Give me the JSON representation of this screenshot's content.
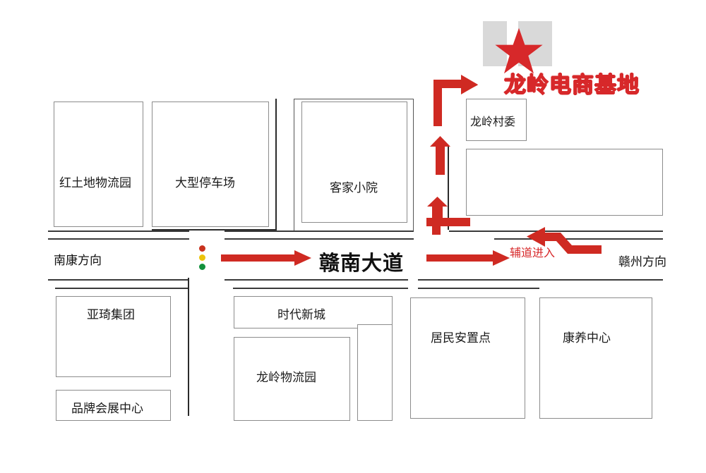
{
  "title_marker": {
    "label": "龙岭电商基地",
    "color": "#d7282a",
    "star_icon": "star-icon"
  },
  "main_road": {
    "name": "赣南大道",
    "left_direction": "南康方向",
    "right_direction": "赣州方向",
    "traffic_light": {
      "icon": "traffic-light-icon",
      "red": "#c8321e",
      "yellow": "#ecc30b",
      "green": "#12913c"
    },
    "flow_arrows": [
      "east-arrow-1",
      "east-arrow-2"
    ],
    "arrow_color": "#cf2a22"
  },
  "side_road": {
    "label": "辅道进入",
    "color": "#d7282a"
  },
  "blocks": {
    "north": [
      {
        "id": "hongtudi",
        "label": "红土地物流园"
      },
      {
        "id": "parking",
        "label": "大型停车场"
      },
      {
        "id": "kejia",
        "label": "客家小院"
      },
      {
        "id": "cunwei",
        "label": "龙岭村委"
      },
      {
        "id": "north_blank",
        "label": ""
      }
    ],
    "south": [
      {
        "id": "yaqi",
        "label": "亚琦集团"
      },
      {
        "id": "pinpai",
        "label": "品牌会展中心"
      },
      {
        "id": "shidai",
        "label": "时代新城"
      },
      {
        "id": "lngwuliu",
        "label": "龙岭物流园"
      },
      {
        "id": "juminan",
        "label": "居民安置点"
      },
      {
        "id": "kangyang",
        "label": "康养中心"
      }
    ]
  },
  "route_arrows": {
    "up_lower": "route-arrow-up-lower",
    "up_upper": "route-arrow-up-upper",
    "corner_up_right": "route-arrow-corner",
    "side_entry": "side-road-entry-arrow"
  },
  "palette": {
    "red": "#cf2a22",
    "bright_red": "#d7282a",
    "box_border": "#8c8c8c",
    "road": "#2b2b2b",
    "gray_block": "#d9d9d9"
  }
}
